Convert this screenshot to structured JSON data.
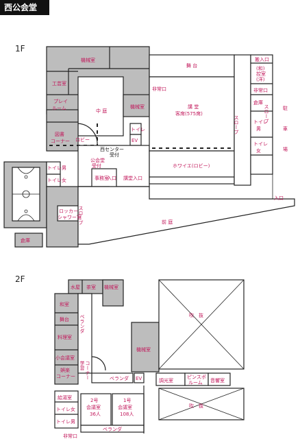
{
  "header": {
    "title": "西公会堂"
  },
  "floors": {
    "first": "1F",
    "second": "2F"
  },
  "first_floor": {
    "rooms": {
      "machine_room_top": "機械室",
      "craft_room": "工芸室",
      "play_room": [
        "プレイ",
        "ルーム"
      ],
      "courtyard": "中 庭",
      "machine_room_mid": "機械室",
      "library_corner": [
        "図書",
        "コーナー"
      ],
      "lobby": "ロビー",
      "toilet_small": "トイレ",
      "ev": "EV",
      "west_center_reception": [
        "西センター",
        "受付"
      ],
      "public_hall_reception": [
        "公会堂",
        "受付"
      ],
      "office": "事務室",
      "entrance_left": "入口",
      "hall_entrance": "講堂入口",
      "stage": "舞 台",
      "emergency_exit_1": "非常口",
      "auditorium": [
        "講 堂",
        "客席(575席)"
      ],
      "foyer": "ホワイエ(ロビー)",
      "slope_left": "スロープ",
      "carry_in": "搬入口",
      "japanese_western_hall": [
        "(和)",
        "控室",
        "(洋)"
      ],
      "emergency_exit_2": "非常口",
      "warehouse_right": "倉庫",
      "toilet_male": [
        "トイレ",
        "男"
      ],
      "toilet_female": [
        "トイレ",
        "女"
      ],
      "slope_right": "スロープ",
      "parking": [
        "駐",
        "車",
        "場"
      ],
      "entrance_right": "入口",
      "toilet_male_small": "トイレ男",
      "toilet_female_small": "トイレ女",
      "locker_shower": [
        "ロッカー",
        "シャワー室"
      ],
      "slope_bottom": "スロープ",
      "front_garden": "前 庭",
      "warehouse_bottom": "倉庫"
    }
  },
  "second_floor": {
    "rooms": {
      "water_room": "水屋",
      "tea_room": "茶室",
      "machine_room_a": "機械室",
      "japanese_room": "和室",
      "stage": "舞台",
      "cooking_room": "料理室",
      "small_meeting": "小会議室",
      "entertainment_corner": [
        "娯楽",
        "コーナー"
      ],
      "veranda_vertical": "ベランダ",
      "study_corner": [
        "学習",
        "コーナー"
      ],
      "veranda_mid": "ベランダ",
      "ev": "EV",
      "machine_room_b": "機械室",
      "atrium_top": "吹　抜",
      "lighting_room": "調光室",
      "pinspot_room": [
        "ピンスポ",
        "ルーム"
      ],
      "sound_room": "音響室",
      "atrium_bottom": "吹　抜",
      "supply_room": "給湯室",
      "toilet_female": "トイレ女",
      "toilet_male": "トイレ男",
      "meeting_2": [
        "2号",
        "会議室",
        "36人"
      ],
      "meeting_1": [
        "1号",
        "会議室",
        "108人"
      ],
      "veranda_bottom": "ベランダ",
      "emergency_exit": "非常口"
    }
  }
}
